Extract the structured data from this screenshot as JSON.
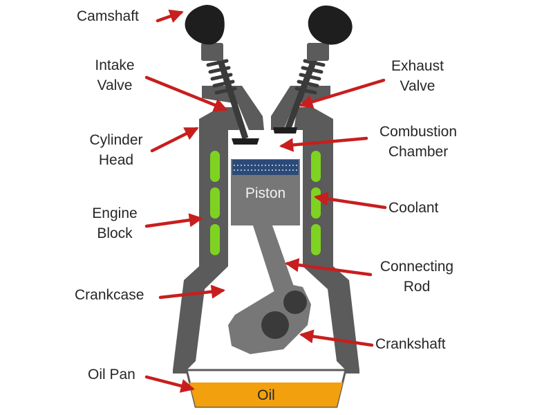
{
  "labels": {
    "camshaft": "Camshaft",
    "intake_valve": [
      "Intake",
      "Valve"
    ],
    "exhaust_valve": [
      "Exhaust",
      "Valve"
    ],
    "cylinder_head": [
      "Cylinder",
      "Head"
    ],
    "combustion_chamber": [
      "Combustion",
      "Chamber"
    ],
    "engine_block": [
      "Engine",
      "Block"
    ],
    "coolant": "Coolant",
    "connecting_rod": [
      "Connecting",
      "Rod"
    ],
    "crankcase": "Crankcase",
    "crankshaft": "Crankshaft",
    "oil_pan": "Oil Pan"
  },
  "parts": {
    "piston": "Piston",
    "oil": "Oil"
  },
  "colors": {
    "arrow": "#c81e1e",
    "block": "#5b5b5b",
    "block_dark": "#3a3a3a",
    "coolant": "#7ed321",
    "piston": "#777777",
    "piston_rings": "#2c4a78",
    "cam": "#1e1e1e",
    "oil": "#f2a00d",
    "label_text": "#262626"
  }
}
